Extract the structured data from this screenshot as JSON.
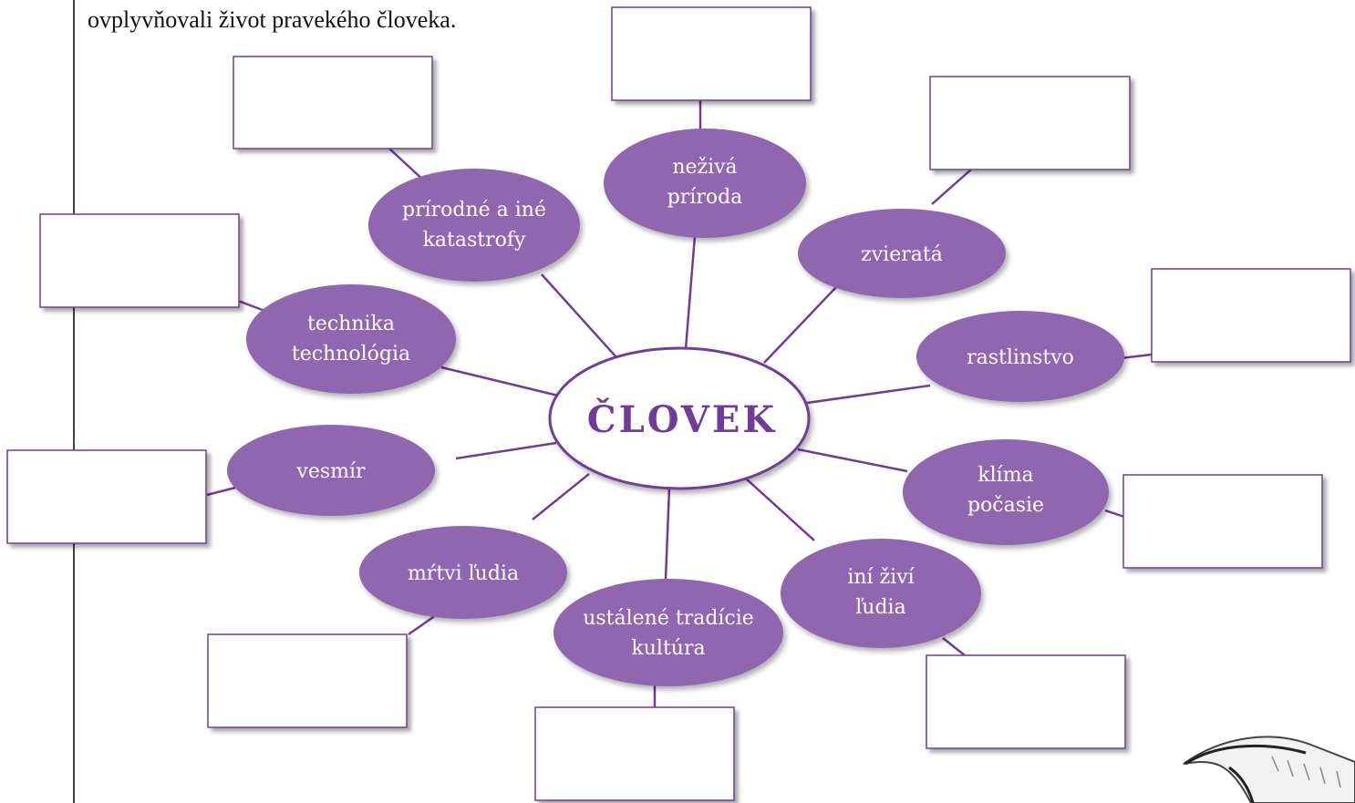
{
  "intro_text": "ovplyvňovali život pravekého človeka.",
  "center": {
    "label": "ČLOVEK"
  },
  "nodes": [
    {
      "id": "prirodne-katastrofy",
      "lines": [
        "prírodné a iné",
        "katastrofy"
      ]
    },
    {
      "id": "neziva-priroda",
      "lines": [
        "neživá",
        "príroda"
      ]
    },
    {
      "id": "zvierata",
      "lines": [
        "zvieratá"
      ]
    },
    {
      "id": "technika",
      "lines": [
        "technika",
        "technológia"
      ]
    },
    {
      "id": "rastlinstvo",
      "lines": [
        "rastlinstvo"
      ]
    },
    {
      "id": "vesmir",
      "lines": [
        "vesmír"
      ]
    },
    {
      "id": "klima",
      "lines": [
        "klíma",
        "počasie"
      ]
    },
    {
      "id": "mrtvi-ludia",
      "lines": [
        "mŕtvi ľudia"
      ]
    },
    {
      "id": "ini-zivi-ludia",
      "lines": [
        "iní živí",
        "ľudia"
      ]
    },
    {
      "id": "tradicie",
      "lines": [
        "ustálené tradície",
        "kultúra"
      ]
    }
  ],
  "answer_boxes": [
    {
      "value": ""
    },
    {
      "value": ""
    },
    {
      "value": ""
    },
    {
      "value": ""
    },
    {
      "value": ""
    },
    {
      "value": ""
    },
    {
      "value": ""
    },
    {
      "value": ""
    },
    {
      "value": ""
    },
    {
      "value": ""
    }
  ],
  "colors": {
    "node_fill": "#9166b0",
    "connector": "#6f3c9a",
    "box_border": "#6f3c9a",
    "center_text": "#6f3c9a",
    "margin_line": "#000000"
  }
}
